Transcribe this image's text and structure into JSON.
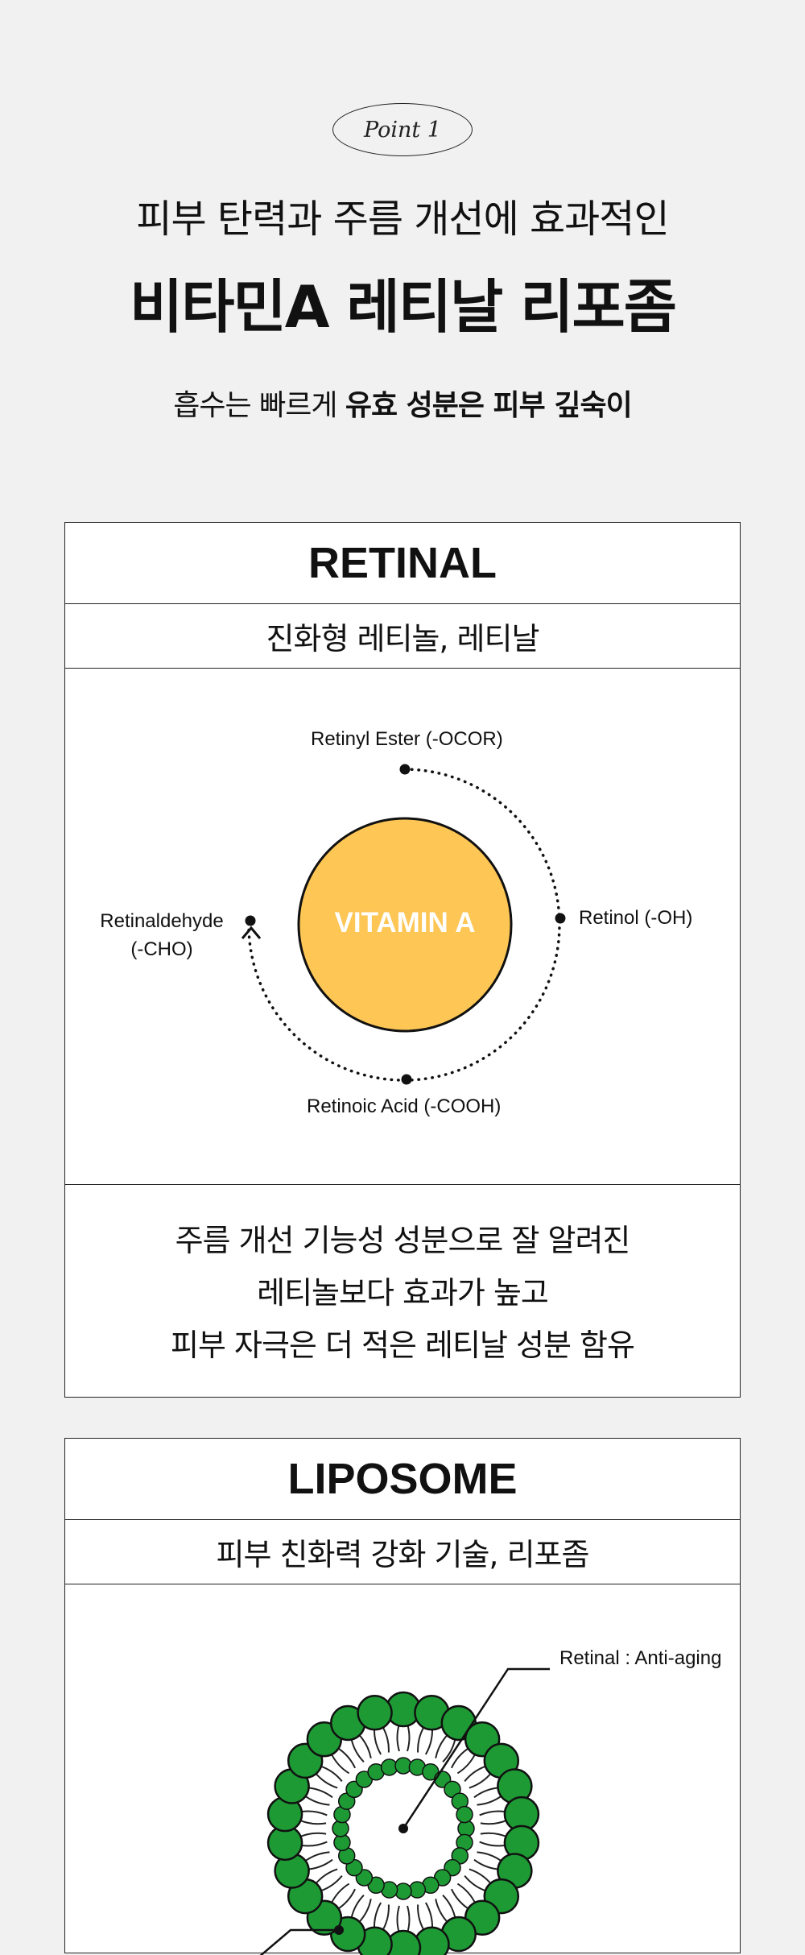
{
  "header": {
    "badge": "Point 1",
    "subtitle": "피부 탄력과 주름 개선에 효과적인",
    "title": "비타민A 레티날 리포좀",
    "tagline_plain": "흡수는 빠르게 ",
    "tagline_bold": "유효 성분은 피부 깊숙이"
  },
  "retinal_card": {
    "heading": "RETINAL",
    "subheading": "진화형 레티놀, 레티날",
    "center_label": "VITAMIN A",
    "labels": {
      "top": "Retinyl Ester (-OCOR)",
      "right": "Retinol (-OH)",
      "bottom": "Retinoic Acid (-COOH)",
      "left_line1": "Retinaldehyde",
      "left_line2": "(-CHO)"
    },
    "description": [
      "주름 개선 기능성 성분으로 잘 알려진",
      "레티놀보다 효과가 높고",
      "피부 자극은 더 적은 레티날 성분 함유"
    ],
    "colors": {
      "circle_fill": "#FDC655",
      "circle_text": "#FFFFFF"
    }
  },
  "liposome_card": {
    "heading": "LIPOSOME",
    "subheading": "피부 친화력 강화 기술, 리포좀",
    "callout": "Retinal : Anti-aging",
    "colors": {
      "head_fill": "#1E9A35"
    }
  }
}
